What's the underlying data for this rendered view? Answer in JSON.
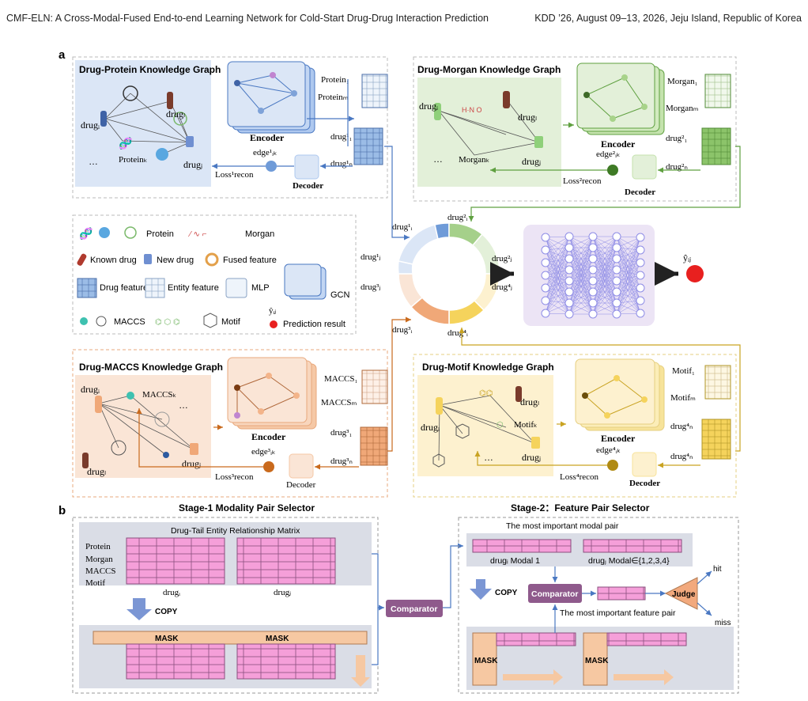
{
  "header": {
    "title": "CMF-ELN: A Cross-Modal-Fused End-to-end Learning Network for Cold-Start Drug-Drug Interaction Prediction",
    "venue": "KDD ’26, August 09–13, 2026, Jeju Island, Republic of Korea"
  },
  "panel_a": {
    "label": "a",
    "dp": {
      "title": "Drug-Protein Knowledge Graph",
      "entity_1": "Protein₁",
      "entity_m": "Proteinₘ",
      "entity_k": "Proteinₖ",
      "loss": "Loss¹recon",
      "edge": "edge¹ᵢₖ"
    },
    "dm": {
      "title": "Drug-Morgan Knowledge Graph",
      "entity_1": "Morgan₁",
      "entity_m": "Morganₘ",
      "entity_k": "Morganₖ",
      "loss": "Loss²recon",
      "edge": "edge²ᵢₖ"
    },
    "dc": {
      "title": "Drug-MACCS Knowledge Graph",
      "entity_1": "MACCS₁",
      "entity_m": "MACCSₘ",
      "entity_k": "MACCSₖ",
      "loss": "Loss³recon",
      "edge": "edge³ᵢₖ"
    },
    "dt": {
      "title": "Drug-Motif Knowledge Graph",
      "entity_1": "Motif₁",
      "entity_m": "Motifₘ",
      "entity_k": "Motifₖ",
      "loss": "Loss⁴recon",
      "edge": "edge⁴ᵢₖ"
    },
    "drug_i": "drugᵢ",
    "drug_j": "drugⱼ",
    "drug_l": "drugₗ",
    "encoder": "Encoder",
    "decoder": "Decoder",
    "dots": "…",
    "drug_1_labels": [
      "drug¹₁",
      "drug²₁",
      "drug³₁",
      "drug⁴ₙ"
    ],
    "ring_labels": [
      "drug¹ᵢ",
      "drug²ᵢ",
      "drug¹ⱼ",
      "drug²ⱼ",
      "drug³ⱼ",
      "drug⁴ⱼ",
      "drug³ᵢ",
      "drug⁴ᵢ"
    ],
    "n_labels": [
      "drug¹ₙ",
      "drug²ₙ",
      "drug³ₙ",
      "drug⁴ₙ"
    ],
    "output": "ŷᵢⱼ",
    "legend": {
      "protein": "Protein",
      "morgan": "Morgan",
      "known_drug": "Known drug",
      "new_drug": "New drug",
      "fused_feature": "Fused feature",
      "drug_feature": "Drug feature",
      "entity_feature": "Entity feature",
      "mlp": "MLP",
      "gcn": "GCN",
      "maccs": "MACCS",
      "motif": "Motif",
      "yhat": "ŷᵢⱼ",
      "prediction": "Prediction result"
    }
  },
  "panel_b": {
    "label": "b",
    "stage1": {
      "title": "Stage-1 Modality Pair Selector",
      "matrix_title": "Drug-Tail Entity Relationship Matrix",
      "rows": [
        "Protein",
        "Morgan",
        "MACCS",
        "Motif"
      ],
      "drug_i": "drugᵢ",
      "drug_j": "drugⱼ",
      "copy": "COPY",
      "mask": "MASK"
    },
    "comparator": "Comparator",
    "stage2": {
      "title": "Stage-2：Feature Pair Selector",
      "modal_pair_title": "The most important modal pair",
      "modal1": "drugᵢ Modal 1",
      "modalj": "drugⱼ Modal∈{1,2,3,4}",
      "copy": "COPY",
      "comparator": "Comparator",
      "feature_pair": "The most important feature pair",
      "judge": "Judge",
      "hit": "hit",
      "miss": "miss",
      "mask": "MASK"
    }
  },
  "colors": {
    "protein": "#dbe6f6",
    "morgan": "#e3f0d9",
    "maccs": "#fae5d6",
    "motif": "#fdf1cf",
    "blue_line": "#4a78c2",
    "green_line": "#5fa040",
    "orange_line": "#c96a1d",
    "gold_line": "#c9a322",
    "pink": "#f59fd9",
    "comparator": "#8f5a8c",
    "judge": "#f2a97d",
    "mlp": "#ece4f5"
  }
}
